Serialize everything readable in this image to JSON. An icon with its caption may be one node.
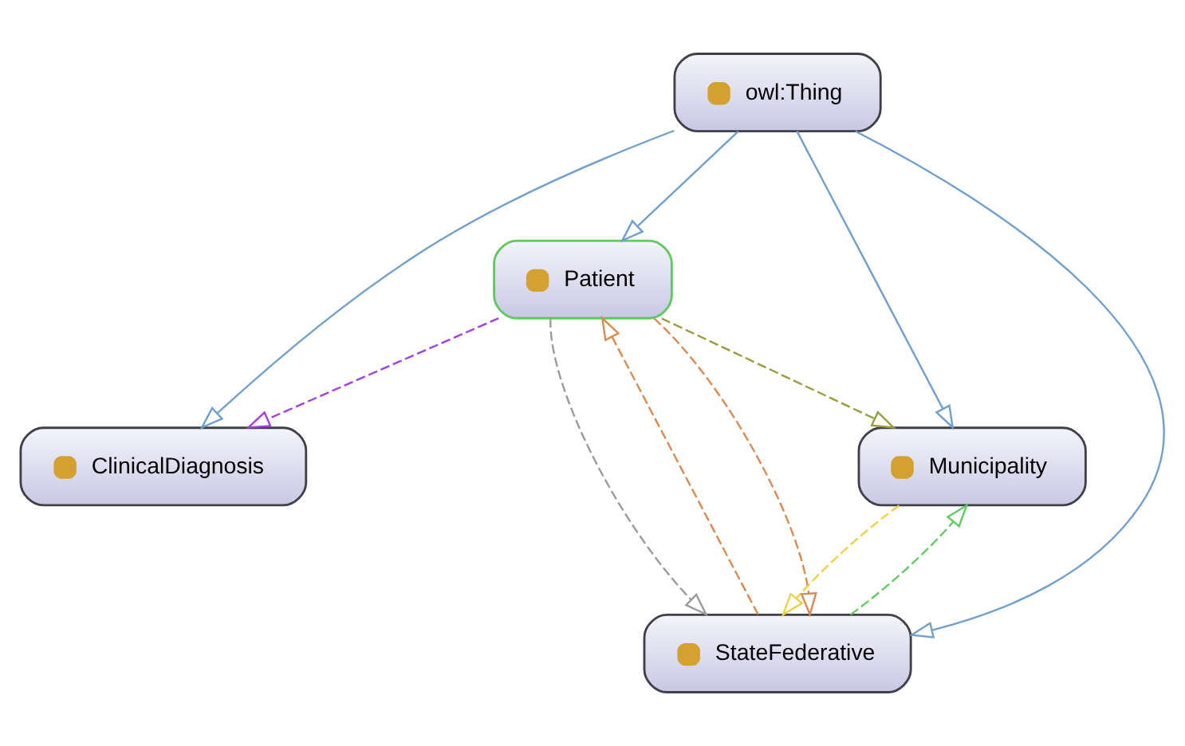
{
  "diagram": {
    "nodes": [
      {
        "text": [
          "ClinicalDiagnosis"
        ]
      },
      {
        "text": [
          "owl:Thing"
        ]
      },
      {
        "text": [
          "Patient"
        ]
      },
      {
        "text": [
          "Municipality"
        ]
      },
      {
        "text": [
          "StateFederative"
        ]
      }
    ],
    "edges": [
      {
        "from": 1,
        "to": 0,
        "arrow": "to"
      },
      {
        "from": 1,
        "to": 2,
        "arrow": "to"
      },
      {
        "from": 1,
        "to": 3,
        "arrow": "to"
      },
      {
        "from": 1,
        "to": 4,
        "arrow": "to"
      },
      {
        "from": 2,
        "to": 0,
        "arrow": "to",
        "style": "dashed",
        "color": "#a040e0"
      },
      {
        "from": 2,
        "to": 3,
        "arrow": "to",
        "style": "dashed",
        "color": "#9a9a40"
      },
      {
        "from": 2,
        "to": 4,
        "arrow": "to",
        "style": "dashed",
        "color": "#9a9a9a"
      },
      {
        "from": 4,
        "to": 2,
        "arrow": "to",
        "style": "dashed",
        "color": "#d98a50"
      },
      {
        "from": 2,
        "to": 4,
        "arrow": "to",
        "style": "dashed",
        "color": "#d98a50"
      },
      {
        "from": 3,
        "to": 4,
        "arrow": "to",
        "style": "dashed",
        "color": "#f0d040"
      },
      {
        "from": 4,
        "to": 3,
        "arrow": "to",
        "style": "dashed",
        "color": "#60cc60"
      }
    ]
  }
}
